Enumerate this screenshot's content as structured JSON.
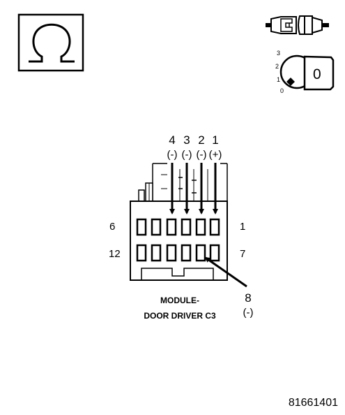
{
  "icons": {
    "ohmmeter": "ohm-symbol-icon",
    "connector_disconnected": "disconnected-connector-icon",
    "ignition_key": "ignition-key-icon"
  },
  "ignition": {
    "positions": [
      "3",
      "2",
      "1",
      "0"
    ],
    "key_label": "0"
  },
  "connector": {
    "title_line1": "MODULE-",
    "title_line2": "DOOR DRIVER C3",
    "row1_left": "6",
    "row1_right": "1",
    "row2_left": "12",
    "row2_right": "7",
    "probes": [
      {
        "pin": "4",
        "polarity": "(-)"
      },
      {
        "pin": "3",
        "polarity": "(-)"
      },
      {
        "pin": "2",
        "polarity": "(-)"
      },
      {
        "pin": "1",
        "polarity": "(+)"
      }
    ],
    "probe_8": {
      "pin": "8",
      "polarity": "(-)"
    }
  },
  "figure_id": "81661401"
}
